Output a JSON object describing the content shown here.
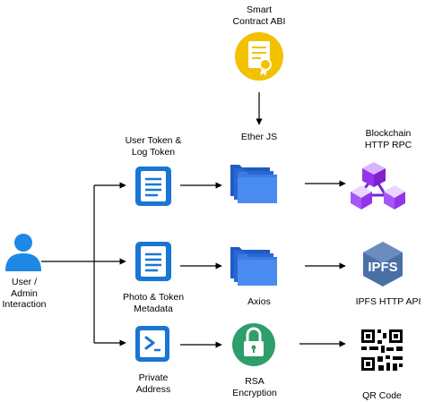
{
  "nodes": {
    "smart_contract_abi": {
      "label": "Smart\nContract ABI",
      "icon": "certificate-icon",
      "color": "#F2C200"
    },
    "ether_js": {
      "label": "Ether JS",
      "icon": "folder-stack-icon",
      "color": "#2F6DD9"
    },
    "blockchain_rpc": {
      "label": "Blockchain\nHTTP RPC",
      "icon": "blockchain-cubes-icon",
      "color": "#8B5CF6"
    },
    "user_admin": {
      "label": "User /\nAdmin\nInteraction",
      "icon": "user-icon",
      "color": "#1E88E5"
    },
    "user_token": {
      "label": "User Token &\nLog Token",
      "icon": "document-icon",
      "color": "#1976D2"
    },
    "photo_token": {
      "label": "Photo & Token\nMetadata",
      "icon": "document-icon",
      "color": "#1976D2"
    },
    "axios": {
      "label": "Axios",
      "icon": "folder-stack-icon",
      "color": "#2F6DD9"
    },
    "ipfs": {
      "label": "IPFS HTTP API",
      "icon": "ipfs-icon",
      "color": "#4A6FA5",
      "logo_text": "IPFS"
    },
    "private_address": {
      "label": "Private\nAddress",
      "icon": "terminal-icon",
      "color": "#1976D2"
    },
    "rsa": {
      "label": "RSA\nEncryption",
      "icon": "padlock-icon",
      "color": "#2E9E6B"
    },
    "qr_code": {
      "label": "QR Code",
      "icon": "qr-code-icon",
      "color": "#000000"
    }
  }
}
